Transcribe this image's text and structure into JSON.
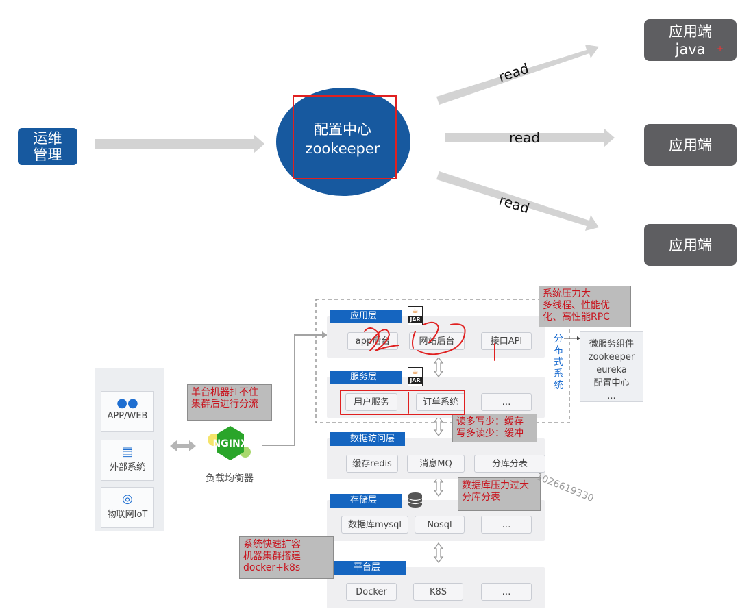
{
  "top": {
    "ops_label": "运维\n管理",
    "center_line1": "配置中心",
    "center_line2": "zookeeper",
    "read_labels": [
      "read",
      "read",
      "read"
    ],
    "clients": [
      {
        "line1": "应用端",
        "line2": "java"
      },
      {
        "line1": "应用端",
        "line2": ""
      },
      {
        "line1": "应用端",
        "line2": ""
      }
    ],
    "marker": "+"
  },
  "left": {
    "cards": [
      {
        "icon": "users-icon",
        "label": "APP/WEB"
      },
      {
        "icon": "server-icon",
        "label": "外部系统"
      },
      {
        "icon": "globe-icon",
        "label": "物联网IoT"
      }
    ],
    "nginx_logo_text": "NGINX",
    "balancer_label": "负载均衡器",
    "note_split": "单台机器扛不住\n集群后进行分流"
  },
  "layers": {
    "app": {
      "title": "应用层",
      "items": [
        "app后台",
        "网站后台",
        "接口API"
      ]
    },
    "service": {
      "title": "服务层",
      "items": [
        "用户服务",
        "订单系统",
        "…"
      ]
    },
    "data_access": {
      "title": "数据访问层",
      "items": [
        "缓存redis",
        "消息MQ",
        "分库分表"
      ]
    },
    "storage": {
      "title": "存储层",
      "items": [
        "数据库mysql",
        "Nosql",
        "…"
      ]
    },
    "platform": {
      "title": "平台层",
      "items": [
        "Docker",
        "K8S",
        "…"
      ]
    }
  },
  "jar_label": "JAR",
  "distributed_label": "分布式系统",
  "micro": {
    "lines": [
      "微服务组件",
      "zookeeper",
      "eureka",
      "配置中心",
      "..."
    ]
  },
  "notes": {
    "pressure": "系统压力大\n多线程、性能优\n化、高性能RPC",
    "cache": "读多写少：缓存\n写多读少：缓冲",
    "db": "数据库压力过大\n分库分表",
    "scale": "系统快速扩容\n机器集群搭建\ndocker+k8s"
  },
  "watermark": "1026619330",
  "colors": {
    "brand_blue": "#17599f",
    "layer_blue": "#1565c0",
    "client_gray": "#5e5e61",
    "note_red": "#c8141e",
    "annotation_red": "#e02020"
  }
}
